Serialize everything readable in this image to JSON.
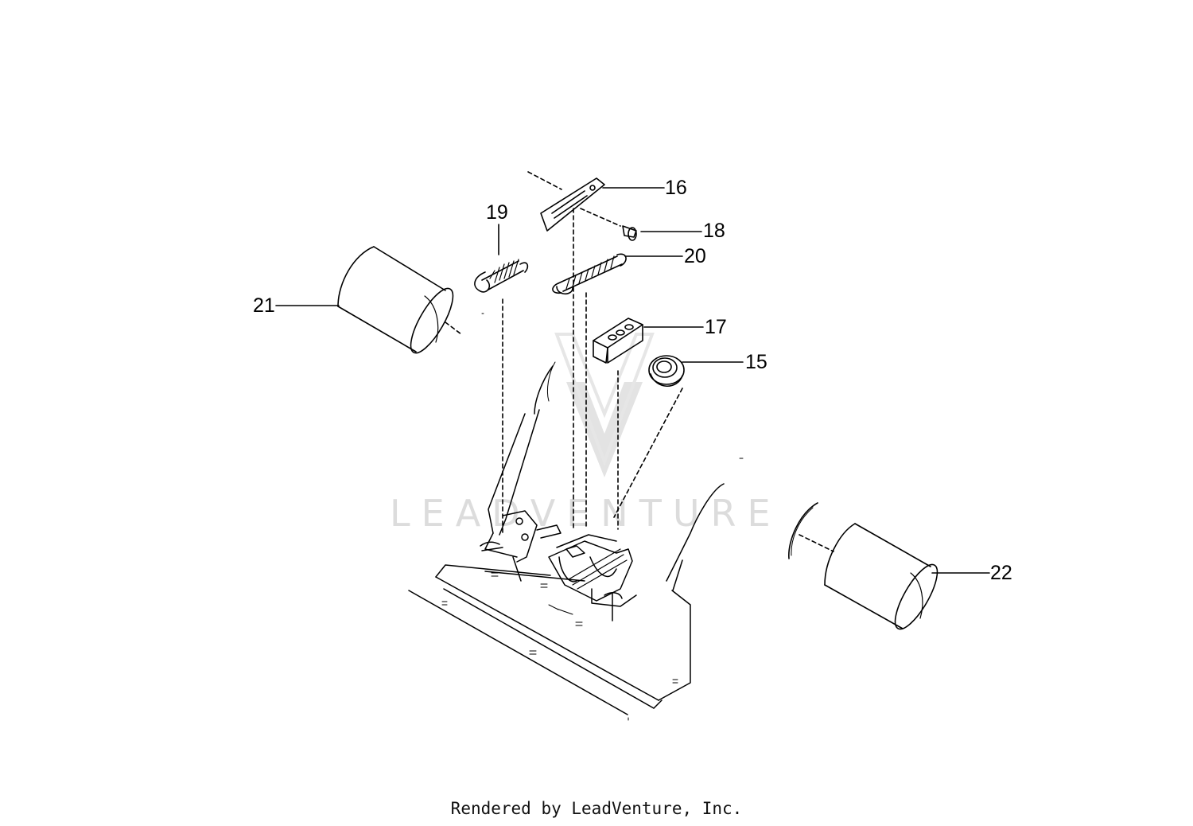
{
  "diagram": {
    "watermark": "LEADVENTURE",
    "footer": "Rendered by LeadVenture, Inc.",
    "callouts": [
      {
        "id": "16",
        "label": "16"
      },
      {
        "id": "18",
        "label": "18"
      },
      {
        "id": "19",
        "label": "19"
      },
      {
        "id": "20",
        "label": "20"
      },
      {
        "id": "21",
        "label": "21"
      },
      {
        "id": "17",
        "label": "17"
      },
      {
        "id": "15",
        "label": "15"
      },
      {
        "id": "22",
        "label": "22"
      }
    ]
  }
}
